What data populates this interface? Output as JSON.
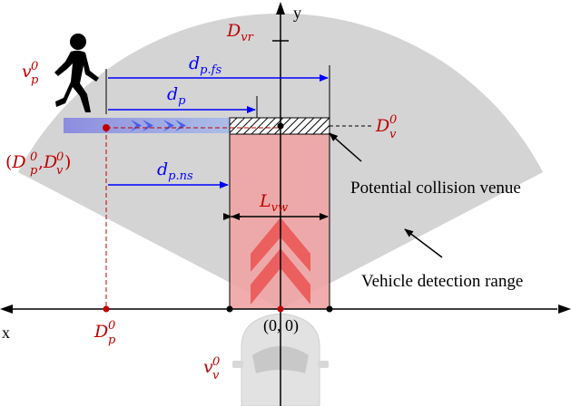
{
  "labels": {
    "y_axis": "y",
    "x_axis": "x",
    "D_vr": {
      "main": "D",
      "sub": "vr"
    },
    "v_p0": {
      "main": "v",
      "sub": "p",
      "sup": "0"
    },
    "d_pfs": {
      "main": "d",
      "sub": "p.fs"
    },
    "d_p": {
      "main": "d",
      "sub": "p"
    },
    "d_pns": {
      "main": "d",
      "sub": "p.ns"
    },
    "D_v0": {
      "main": "D",
      "sub": "v",
      "sup": "0"
    },
    "point_pair": {
      "open": "(",
      "a_main": "D",
      "a_sub": "p",
      "a_sup": "0",
      "comma": ",",
      "b_main": "D",
      "b_sub": "v",
      "b_sup": "0",
      "close": ")"
    },
    "L_vw": {
      "main": "L",
      "sub": "vw"
    },
    "D_p0": {
      "main": "D",
      "sub": "p",
      "sup": "0"
    },
    "v_v0": {
      "main": "v",
      "sub": "v",
      "sup": "0"
    },
    "origin": "(0, 0)",
    "collision_venue": "Potential collision venue",
    "detection_range": "Vehicle detection range"
  },
  "colors": {
    "label_red": "#c00000",
    "arrow_blue": "#0000ff",
    "sector_gray": "#d4d4d4",
    "lane_red": "#f0a0a0",
    "chevron": "#ec5f5f",
    "ped_band": "#8e8ee8"
  }
}
